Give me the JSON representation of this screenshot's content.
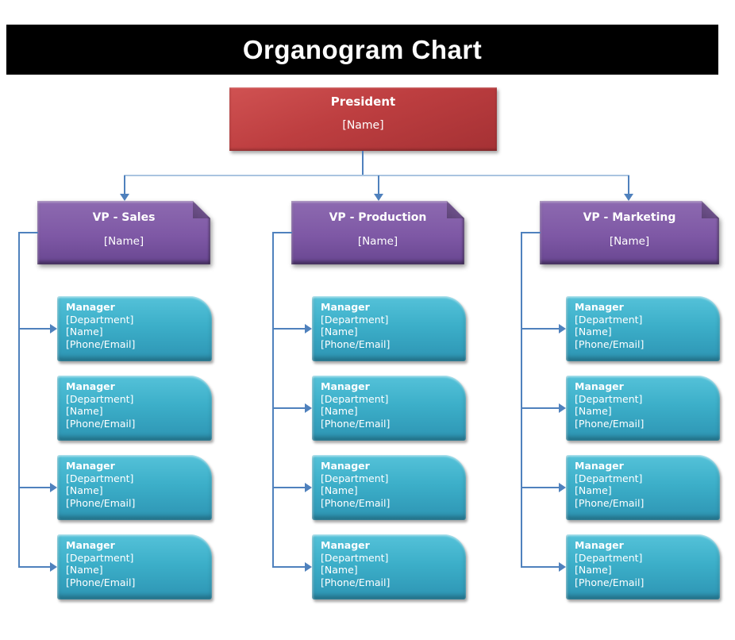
{
  "header": {
    "title": "Organogram Chart"
  },
  "president": {
    "title": "President",
    "name": "[Name]"
  },
  "columns": [
    {
      "vp": {
        "title": "VP - Sales",
        "name": "[Name]"
      },
      "managers": [
        {
          "title": "Manager",
          "department": "[Department]",
          "name": "[Name]",
          "contact": "[Phone/Email]"
        },
        {
          "title": "Manager",
          "department": "[Department]",
          "name": "[Name]",
          "contact": "[Phone/Email]"
        },
        {
          "title": "Manager",
          "department": "[Department]",
          "name": "[Name]",
          "contact": "[Phone/Email]"
        },
        {
          "title": "Manager",
          "department": "[Department]",
          "name": "[Name]",
          "contact": "[Phone/Email]"
        }
      ]
    },
    {
      "vp": {
        "title": "VP - Production",
        "name": "[Name]"
      },
      "managers": [
        {
          "title": "Manager",
          "department": "[Department]",
          "name": "[Name]",
          "contact": "[Phone/Email]"
        },
        {
          "title": "Manager",
          "department": "[Department]",
          "name": "[Name]",
          "contact": "[Phone/Email]"
        },
        {
          "title": "Manager",
          "department": "[Department]",
          "name": "[Name]",
          "contact": "[Phone/Email]"
        },
        {
          "title": "Manager",
          "department": "[Department]",
          "name": "[Name]",
          "contact": "[Phone/Email]"
        }
      ]
    },
    {
      "vp": {
        "title": "VP - Marketing",
        "name": "[Name]"
      },
      "managers": [
        {
          "title": "Manager",
          "department": "[Department]",
          "name": "[Name]",
          "contact": "[Phone/Email]"
        },
        {
          "title": "Manager",
          "department": "[Department]",
          "name": "[Name]",
          "contact": "[Phone/Email]"
        },
        {
          "title": "Manager",
          "department": "[Department]",
          "name": "[Name]",
          "contact": "[Phone/Email]"
        },
        {
          "title": "Manager",
          "department": "[Department]",
          "name": "[Name]",
          "contact": "[Phone/Email]"
        }
      ]
    }
  ],
  "colors": {
    "banner_bg": "#000000",
    "text": "#ffffff",
    "connector": "#4f81bd",
    "connector_light": "#a9c4e0",
    "president_top": "#d05252",
    "president_bottom": "#a53134",
    "vp_top": "#8d6ab0",
    "vp_bottom": "#684690",
    "manager_top": "#55c2d9",
    "manager_bottom": "#2d94b3"
  }
}
